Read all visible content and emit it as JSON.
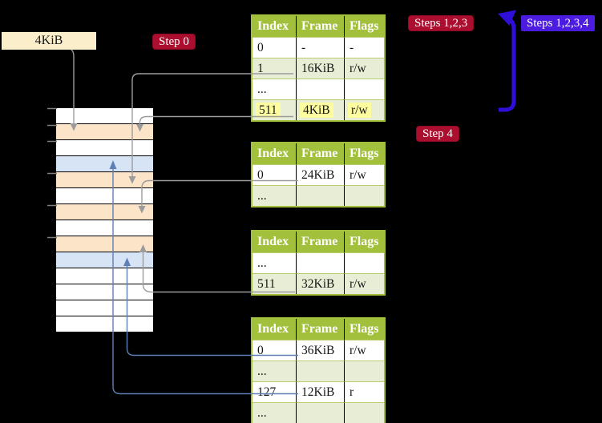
{
  "labels": {
    "frame_4kib": "4KiB",
    "step0": "Step 0",
    "steps123": "Steps 1,2,3",
    "steps1234": "Steps 1,2,3,4",
    "step4": "Step 4"
  },
  "page_tables": [
    {
      "name": "page-table-step0",
      "headers": [
        "Index",
        "Frame",
        "Flags"
      ],
      "rows": [
        {
          "cells": [
            "0",
            "-",
            "-"
          ]
        },
        {
          "cells": [
            "1",
            "16KiB",
            "r/w"
          ]
        },
        {
          "cells": [
            "...",
            "",
            ""
          ]
        },
        {
          "cells": [
            "511",
            "4KiB",
            "r/w"
          ],
          "highlight": true
        }
      ]
    },
    {
      "name": "page-table-step4-a",
      "headers": [
        "Index",
        "Frame",
        "Flags"
      ],
      "rows": [
        {
          "cells": [
            "0",
            "24KiB",
            "r/w"
          ]
        },
        {
          "cells": [
            "...",
            "",
            ""
          ]
        }
      ]
    },
    {
      "name": "page-table-b",
      "headers": [
        "Index",
        "Frame",
        "Flags"
      ],
      "rows": [
        {
          "cells": [
            "...",
            "",
            ""
          ]
        },
        {
          "cells": [
            "511",
            "32KiB",
            "r/w"
          ]
        }
      ]
    },
    {
      "name": "page-table-c",
      "headers": [
        "Index",
        "Frame",
        "Flags"
      ],
      "rows": [
        {
          "cells": [
            "0",
            "36KiB",
            "r/w"
          ]
        },
        {
          "cells": [
            "...",
            "",
            ""
          ]
        },
        {
          "cells": [
            "127",
            "12KiB",
            "r"
          ]
        },
        {
          "cells": [
            "...",
            "",
            ""
          ]
        }
      ]
    }
  ],
  "memory_map": {
    "rows": [
      {
        "kind": "free"
      },
      {
        "kind": "page-table"
      },
      {
        "kind": "free"
      },
      {
        "kind": "mapped-page"
      },
      {
        "kind": "page-table"
      },
      {
        "kind": "free"
      },
      {
        "kind": "page-table"
      },
      {
        "kind": "free"
      },
      {
        "kind": "page-table"
      },
      {
        "kind": "mapped-page"
      },
      {
        "kind": "free"
      },
      {
        "kind": "free"
      },
      {
        "kind": "free"
      },
      {
        "kind": "free"
      }
    ]
  },
  "colors": {
    "background": "#000000",
    "table_header_bg": "#a2c03c",
    "table_row_alt_bg": "#e8eed6",
    "highlight_bg": "#fdfc9e",
    "frame_label_bg": "#fbeecb",
    "memory_free": "#ffffff",
    "memory_page_table": "#fce4c9",
    "memory_mapped_page": "#d7e4f6",
    "step_badge_bg": "#ab0e2e",
    "steps_all_badge_bg": "#4b1ce0",
    "recursive_arrow": "#2e0fd8",
    "gray_connector": "#9c9c9c",
    "blue_connector": "#5e80b4"
  }
}
